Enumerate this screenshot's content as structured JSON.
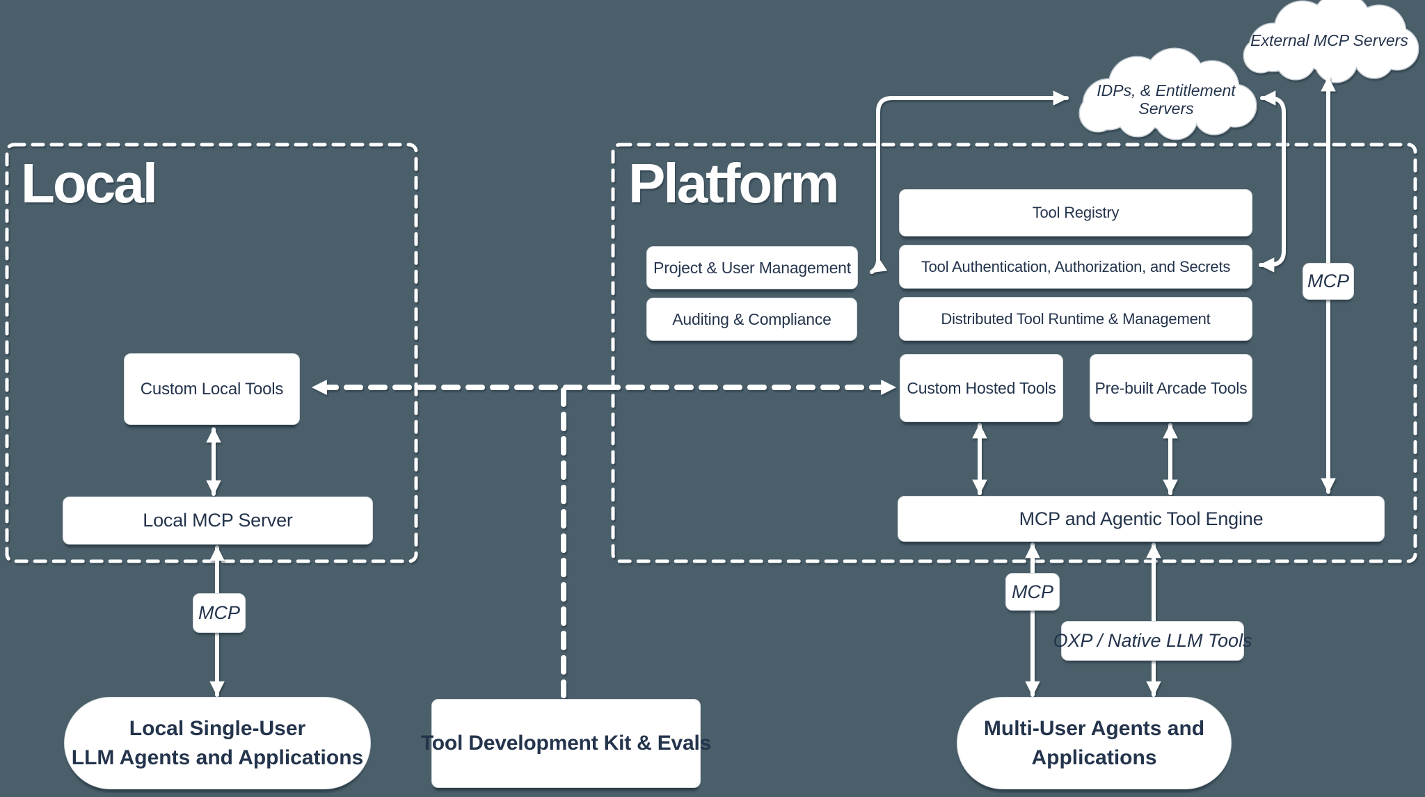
{
  "colors": {
    "background": "#4a5f6a",
    "box_fill": "#ffffff",
    "text_dark": "#24344c",
    "line": "#ffffff",
    "cloud_outline": "#c7ced4"
  },
  "regions": {
    "local": {
      "title": "Local"
    },
    "platform": {
      "title": "Platform"
    }
  },
  "clouds": {
    "idps": {
      "line1": "IDPs, & Entitlement",
      "line2": "Servers"
    },
    "external": {
      "label": "External MCP Servers"
    }
  },
  "nodes": {
    "custom_local_tools": {
      "label": "Custom Local Tools"
    },
    "local_mcp_server": {
      "label": "Local MCP Server"
    },
    "project_user_management": {
      "label": "Project & User Management"
    },
    "auditing_compliance": {
      "label": "Auditing & Compliance"
    },
    "tool_registry": {
      "label": "Tool Registry"
    },
    "tool_auth": {
      "label": "Tool Authentication, Authorization, and Secrets"
    },
    "distributed_runtime": {
      "label": "Distributed Tool Runtime & Management"
    },
    "custom_hosted_tools": {
      "label": "Custom Hosted Tools"
    },
    "prebuilt_arcade_tools": {
      "label": "Pre-built Arcade Tools"
    },
    "mcp_engine": {
      "label": "MCP and Agentic Tool Engine"
    },
    "tdk": {
      "label": "Tool Development Kit & Evals"
    },
    "local_agents": {
      "line1": "Local Single-User",
      "line2": "LLM Agents and Applications"
    },
    "multi_user_agents": {
      "line1": "Multi-User Agents and",
      "line2": "Applications"
    }
  },
  "badges": {
    "mcp_local": "MCP",
    "mcp_platform": "MCP",
    "mcp_external": "MCP",
    "oxp": "OXP / Native LLM Tools"
  }
}
